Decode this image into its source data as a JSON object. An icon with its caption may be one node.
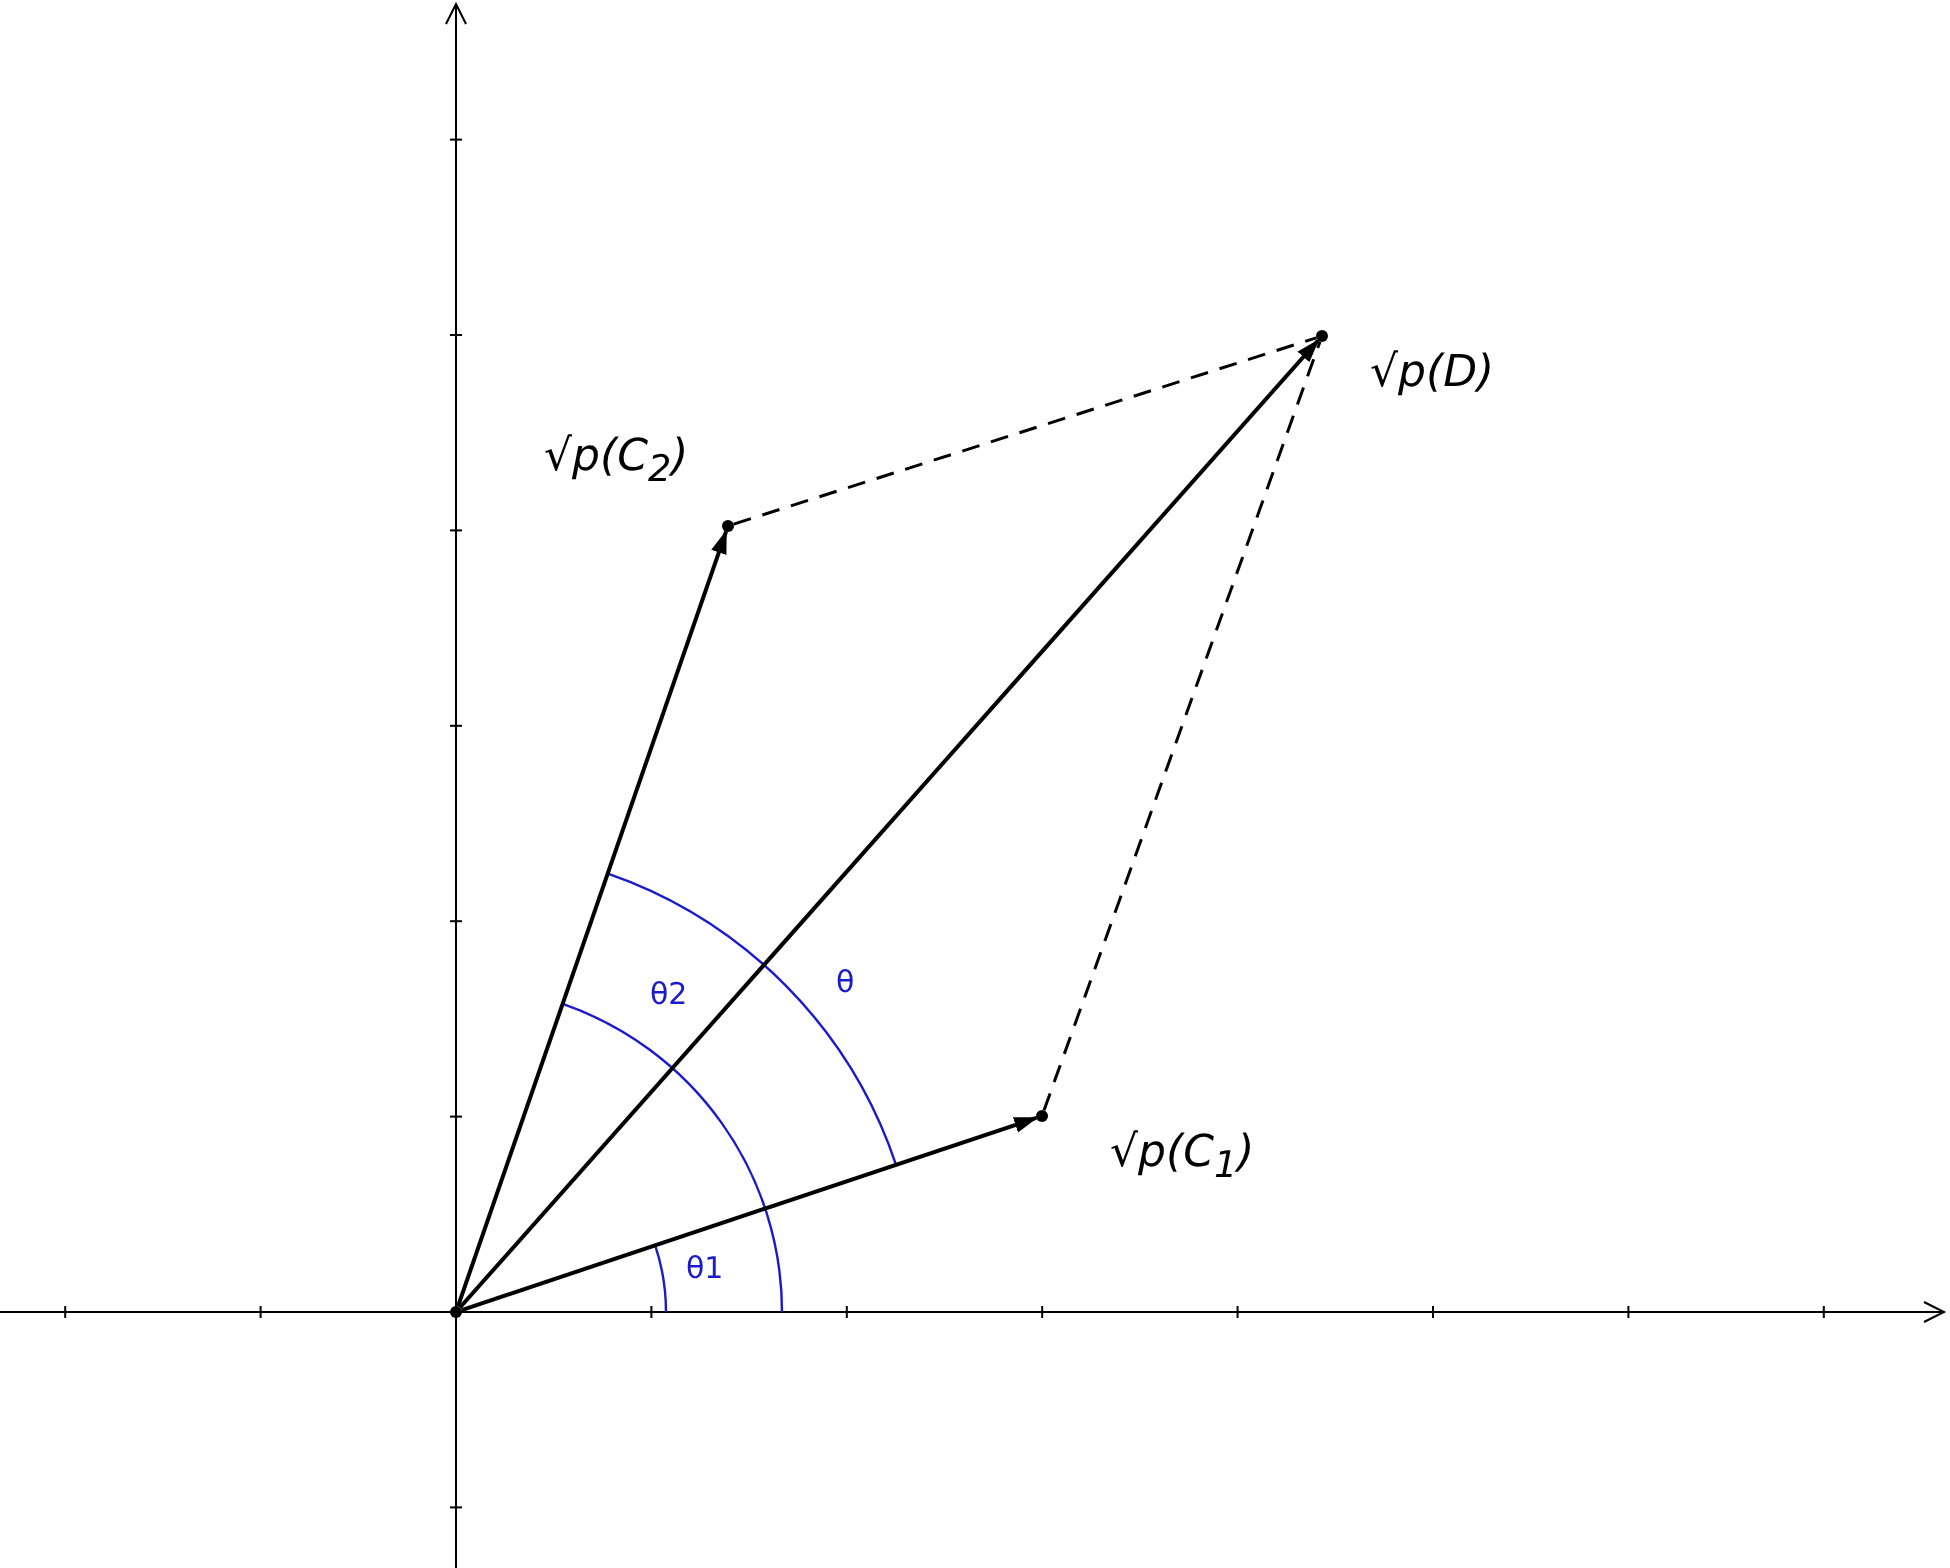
{
  "diagram": {
    "nodes": [
      {
        "text": [],
        "shape": "point"
      },
      {
        "text": [],
        "shape": "point",
        "beside": [
          "√p(C$_{1}$)"
        ]
      },
      {
        "text": [],
        "shape": "point",
        "beside": [
          "√p(C$_{2}$)"
        ]
      },
      {
        "text": [],
        "shape": "point",
        "beside": [
          "√p(D)"
        ]
      }
    ],
    "edges": [
      {
        "from": 0,
        "to": 1,
        "arrow": "to"
      },
      {
        "from": 0,
        "to": 2,
        "arrow": "to"
      },
      {
        "from": 0,
        "to": 3,
        "arrow": "to"
      },
      {
        "from": 2,
        "to": 3,
        "arrow": "none",
        "style": "dashed"
      },
      {
        "from": 1,
        "to": 3,
        "arrow": "none",
        "style": "dashed"
      }
    ],
    "labels": [
      "θ2",
      "θ",
      "θ1"
    ]
  }
}
